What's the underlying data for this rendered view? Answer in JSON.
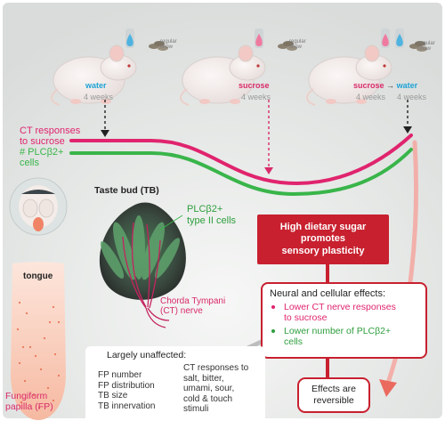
{
  "conditions": [
    {
      "name": "water",
      "color": "#1ea3d6",
      "duration": "4 weeks",
      "chow": "regular\nchow"
    },
    {
      "name": "sucrose",
      "color": "#d92a6a",
      "duration": "4 weeks",
      "chow": "regular\nchow"
    },
    {
      "name": "sucrose",
      "color": "#d92a6a",
      "name2": "water",
      "color2": "#1ea3d6",
      "arrow": "→",
      "duration": "4 weeks",
      "duration2": "4 weeks",
      "chow": "regular\nchow"
    }
  ],
  "lines": {
    "ct_label": "CT responses\nto sucrose",
    "ct_color": "#e0246e",
    "plc_label": "# PLCβ2+\ncells",
    "plc_color": "#39b54a"
  },
  "taste_bud": {
    "title": "Taste bud (TB)",
    "plc_label": "PLCβ2+\ntype II cells",
    "ct_label": "Chorda Tympani\n(CT) nerve"
  },
  "tongue": {
    "label": "tongue",
    "fp_label": "Fungiform\npapilla (FP)"
  },
  "main_box": {
    "text": "High dietary sugar\npromotes\nsensory plasticity",
    "color": "#c8202f"
  },
  "effects_box": {
    "title": "Neural and cellular effects:",
    "items": [
      {
        "text": "Lower CT nerve responses\nto sucrose",
        "color": "#e0246e"
      },
      {
        "text": "Lower number of PLCβ2+\ncells",
        "color": "#2e9e3e"
      }
    ]
  },
  "unaffected": {
    "title": "Largely unaffected:",
    "col1": "FP number\nFP distribution\nTB size\nTB innervation",
    "col2": "CT responses to\nsalt, bitter,\numami, sour,\ncold & touch\nstimuli"
  },
  "reversible_box": {
    "text": "Effects are\nreversible"
  }
}
